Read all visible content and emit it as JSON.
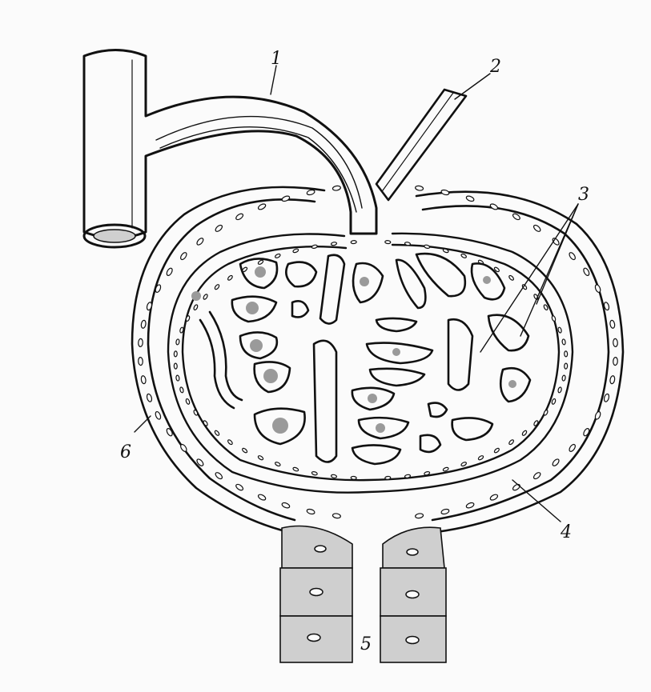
{
  "labels": {
    "l1": "1",
    "l2": "2",
    "l3": "3",
    "l4": "4",
    "l5": "5",
    "l6": "6"
  },
  "colors": {
    "ink": "#111111",
    "cell_fill": "#cfcfcf",
    "background": "#fbfbfb"
  }
}
